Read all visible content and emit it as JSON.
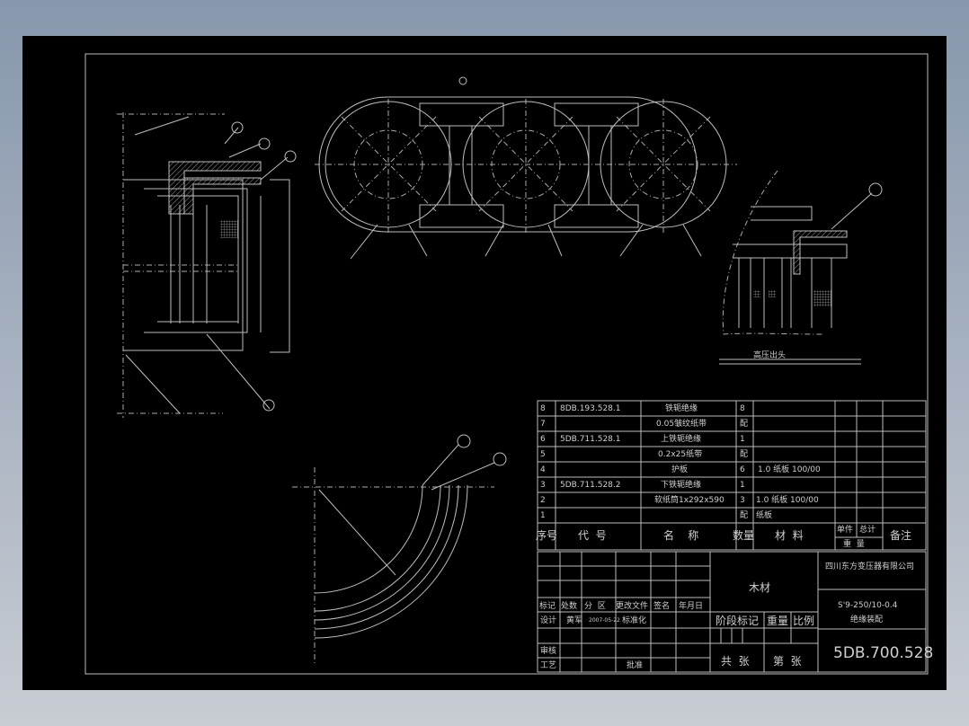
{
  "drawing": {
    "detail_label": "高压出头",
    "parts_list": {
      "rows": [
        {
          "no": "8",
          "code": "8DB.193.528.1",
          "name": "铁轭绝缘",
          "qty": "8",
          "material": ""
        },
        {
          "no": "7",
          "code": "",
          "name": "0.05皱纹纸带",
          "qty": "配",
          "material": ""
        },
        {
          "no": "6",
          "code": "5DB.711.528.1",
          "name": "上铁轭绝缘",
          "qty": "1",
          "material": ""
        },
        {
          "no": "5",
          "code": "",
          "name": "0.2x25纸带",
          "qty": "配",
          "material": ""
        },
        {
          "no": "4",
          "code": "",
          "name": "护板",
          "qty": "6",
          "material": "1.0 纸板 100/00"
        },
        {
          "no": "3",
          "code": "5DB.711.528.2",
          "name": "下铁轭绝缘",
          "qty": "1",
          "material": ""
        },
        {
          "no": "2",
          "code": "",
          "name": "软纸筒1x292x590",
          "qty": "3",
          "material": "1.0 纸板 100/00"
        },
        {
          "no": "1",
          "code": "",
          "name": "",
          "qty": "配",
          "material": "纸板"
        }
      ],
      "headers": {
        "no": "序号",
        "code": "代  号",
        "name": "名    称",
        "qty": "数量",
        "material": "材  料",
        "unit": "单件",
        "total": "总计",
        "weight": "重  量",
        "remark": "备注"
      }
    },
    "title_block": {
      "material": "木材",
      "company": "四川东方变压器有限公司",
      "model": "S'9-250/10-0.4",
      "title": "绝缘装配",
      "drawing_no": "5DB.700.528",
      "labels": {
        "mark": "标记",
        "count": "处数",
        "zone": "分  区",
        "change_doc": "更改文件",
        "sign": "签名",
        "date": "年月日",
        "design": "设计",
        "standard": "标准化",
        "review": "审核",
        "process": "工艺",
        "approve": "批准",
        "stage": "阶段标记",
        "weight": "重量",
        "scale": "比例",
        "total_sheets": "共  张",
        "sheet": "第  张"
      },
      "designer": "黄军",
      "design_date": "2007-05-22"
    }
  }
}
